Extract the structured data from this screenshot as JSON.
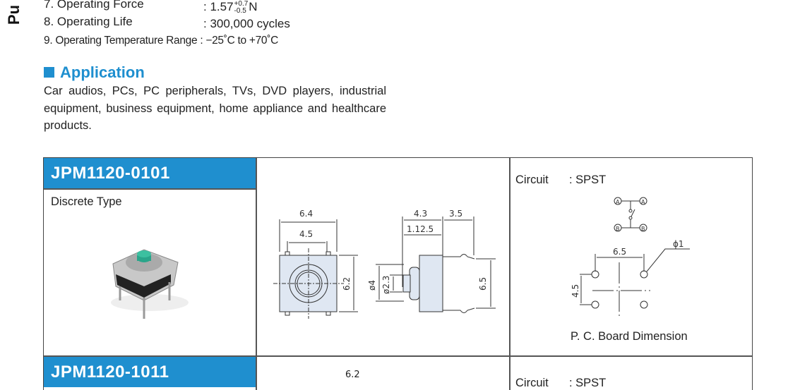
{
  "side_label": "Pu",
  "specs": [
    {
      "label": "7. Operating Force",
      "value": ": 1.57",
      "tol_plus": "+0.7",
      "tol_minus": "-0.5",
      "unit": "N"
    },
    {
      "label": "8. Operating Life",
      "value": ": 300,000 cycles"
    },
    {
      "label": "9. Operating Temperature Range",
      "value": ": −25˚C to +70˚C"
    }
  ],
  "application": {
    "title": "Application",
    "text": "Car audios, PCs, PC peripherals, TVs, DVD players, industrial equipment, business equipment, home appliance and healthcare products."
  },
  "products": [
    {
      "part_number": "JPM1120-0101",
      "type": "Discrete Type",
      "circuit_label": "Circuit",
      "circuit_value": ": SPST",
      "dims": {
        "width": "6.4",
        "pin_pitch": "4.5",
        "height": "6.2",
        "depth": "4.3",
        "lead": "3.5",
        "stem": "1.12.5",
        "dia_outer": "ø4",
        "dia_inner": "ø2.3",
        "lead_height": "6.5"
      },
      "circuit_nodes": [
        "A",
        "A",
        "B",
        "B"
      ],
      "pcb": {
        "pitch_x": "6.5",
        "pitch_y": "4.5",
        "hole": "ϕ1",
        "caption": "P. C. Board Dimension"
      }
    },
    {
      "part_number": "JPM1120-1011",
      "dims": {
        "width": "6.2"
      },
      "circuit_label": "Circuit",
      "circuit_value": ": SPST"
    }
  ],
  "colors": {
    "accent": "#1f8fcf",
    "stem": "#2aa58a"
  }
}
